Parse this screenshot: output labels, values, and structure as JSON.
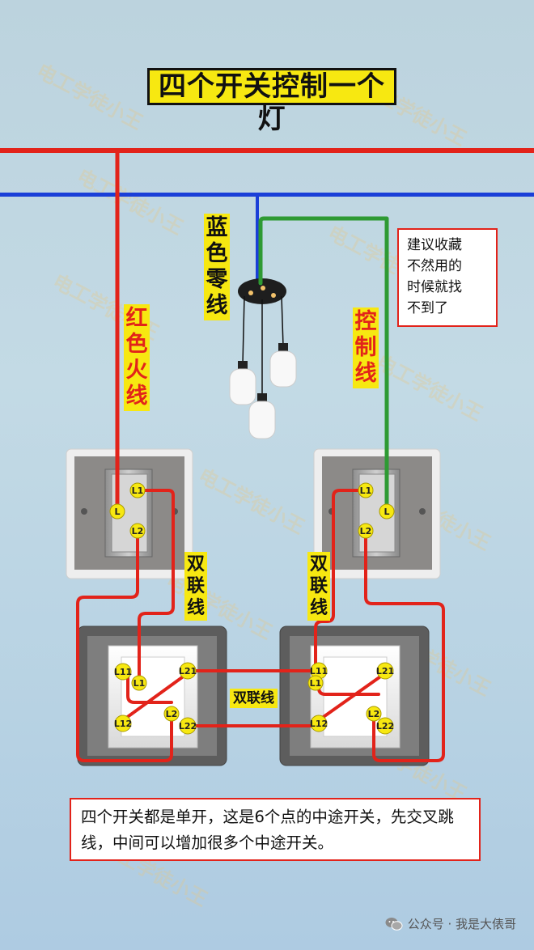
{
  "title": "四个开关控制一个灯",
  "wire_labels": {
    "neutral": "蓝色零线",
    "live": "红色火线",
    "control": "控制线",
    "dual_left": "双联线",
    "dual_right": "双联线",
    "dual_middle": "双联线"
  },
  "tip": [
    "建议收藏",
    "不然用的",
    "时候就找",
    "不到了"
  ],
  "note": "四个开关都是单开，这是6个点的中途开关，先交叉跳线，中间可以增加很多个中途开关。",
  "terminals": {
    "two_way": [
      "L1",
      "L",
      "L2"
    ],
    "intermediate": [
      "L11",
      "L21",
      "L1",
      "L2",
      "L12",
      "L22"
    ]
  },
  "watermark": "电工学徒小王",
  "footer": {
    "account": "公众号 · 我是大俵哥",
    "icon": "wechat-icon"
  },
  "colors": {
    "live": "#e2231a",
    "neutral": "#1a3fd8",
    "control": "#2e9a33",
    "highlight": "#f7e811"
  }
}
